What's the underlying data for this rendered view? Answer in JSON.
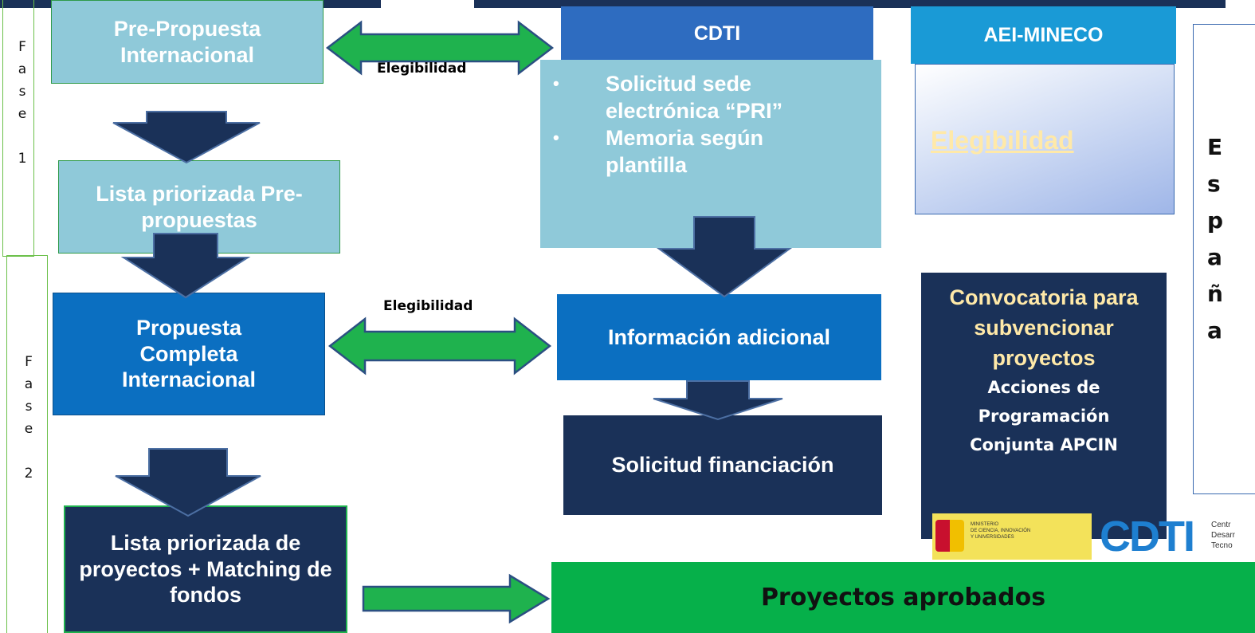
{
  "phase1": {
    "chars": [
      "F",
      "a",
      "s",
      "e",
      "",
      "1"
    ]
  },
  "phase2": {
    "chars": [
      "F",
      "a",
      "s",
      "e",
      "",
      "2"
    ]
  },
  "boxes": {
    "pre_propuesta": "Pre-Propuesta Internacional",
    "lista_pre": "Lista priorizada Pre-propuestas",
    "propuesta_completa": "Propuesta Completa Internacional",
    "lista_proyectos": "Lista priorizada de proyectos + Matching de fondos",
    "cdti_header": "CDTI",
    "cdti_bullet_1": "Solicitud sede electrónica “PRI”",
    "cdti_bullet_2": "Memoria según plantilla",
    "info_adicional": "Información adicional",
    "solicitud_financiacion": "Solicitud financiación",
    "aei_header": "AEI-MINECO",
    "aei_elegibilidad": "Elegibilidad",
    "convocatoria_title": "Convocatoria para subvencionar proyectos",
    "convocatoria_sub": "Acciones de Programación Conjunta APCIN",
    "aprobados": "Proyectos aprobados"
  },
  "arrow_labels": {
    "top": "Elegibilidad",
    "middle": "Elegibilidad"
  },
  "spain": {
    "letters": [
      "E",
      "s",
      "p",
      "a",
      "ñ",
      "a"
    ]
  },
  "logos": {
    "ministry_line1": "MINISTERIO",
    "ministry_line2": "DE CIENCIA, INNOVACIÓN",
    "ministry_line3": "Y UNIVERSIDADES",
    "cdti_logo": "CDTI",
    "cdti_side1": "Centr",
    "cdti_side2": "Desarr",
    "cdti_side3": "Tecno"
  },
  "colors": {
    "light_blue": "#8fc9d9",
    "mid_blue": "#0b6fc1",
    "dark_navy": "#1a3158",
    "green": "#06b04a",
    "arrow_green": "#1fb24e",
    "cdti_header": "#2e6cc0",
    "aei_header": "#1a9ad6"
  }
}
